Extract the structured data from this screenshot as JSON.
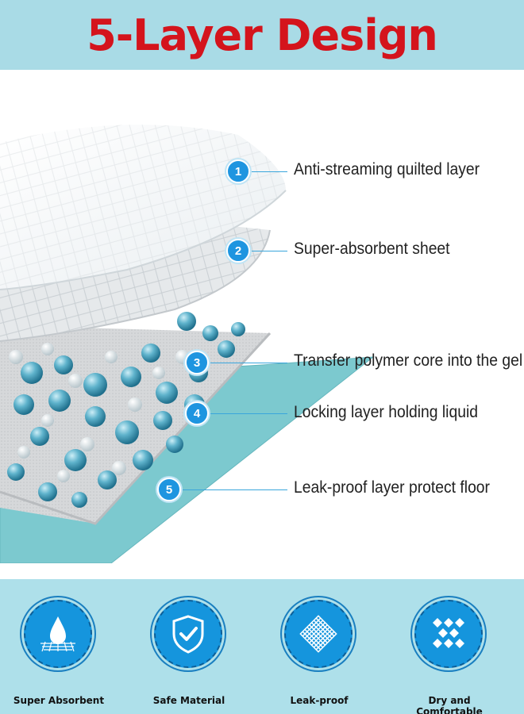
{
  "header": {
    "title": "5-Layer Design",
    "background": "#a9dbe6",
    "title_color": "#d4141c"
  },
  "layers": [
    {
      "number": "1",
      "label": "Anti-streaming quilted layer"
    },
    {
      "number": "2",
      "label": "Super-absorbent sheet"
    },
    {
      "number": "3",
      "label": "Transfer polymer core into the gel"
    },
    {
      "number": "4",
      "label": "Locking layer holding liquid"
    },
    {
      "number": "5",
      "label": "Leak-proof layer protect floor"
    }
  ],
  "features": [
    {
      "label": "Super Absorbent",
      "icon": "water-drop-icon"
    },
    {
      "label": "Safe Material",
      "icon": "shield-check-icon"
    },
    {
      "label": "Leak-proof",
      "icon": "mesh-grid-icon"
    },
    {
      "label": "Dry and Comfortable",
      "icon": "diamond-pattern-icon"
    }
  ],
  "colors": {
    "badge": "#1e95e0",
    "feature_circle": "#1595dd",
    "feature_band": "#aee0ea",
    "teal_layer": "#7cc9cf"
  }
}
